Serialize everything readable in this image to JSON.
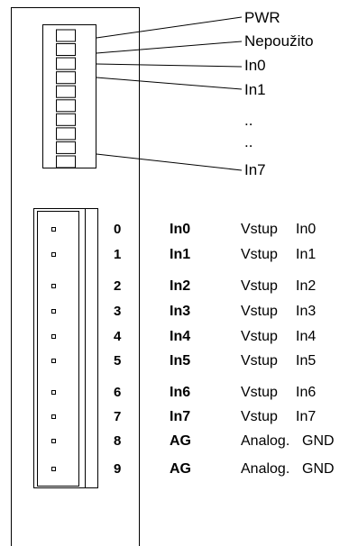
{
  "led_labels": {
    "pwr": "PWR",
    "unused": "Nepoužito",
    "in0": "In0",
    "in1": "In1",
    "dots1": "..",
    "dots2": "..",
    "in7": "In7"
  },
  "connector": {
    "pins": [
      {
        "num": "0",
        "name": "In0",
        "desc_a": "Vstup",
        "desc_b": "In0"
      },
      {
        "num": "1",
        "name": "In1",
        "desc_a": "Vstup",
        "desc_b": "In1"
      },
      {
        "num": "2",
        "name": "In2",
        "desc_a": "Vstup",
        "desc_b": "In2"
      },
      {
        "num": "3",
        "name": "In3",
        "desc_a": "Vstup",
        "desc_b": "In3"
      },
      {
        "num": "4",
        "name": "In4",
        "desc_a": "Vstup",
        "desc_b": "In4"
      },
      {
        "num": "5",
        "name": "In5",
        "desc_a": "Vstup",
        "desc_b": "In5"
      },
      {
        "num": "6",
        "name": "In6",
        "desc_a": "Vstup",
        "desc_b": "In6"
      },
      {
        "num": "7",
        "name": "In7",
        "desc_a": "Vstup",
        "desc_b": "In7"
      },
      {
        "num": "8",
        "name": "AG",
        "desc_a": "Analog.",
        "desc_b": "GND"
      },
      {
        "num": "9",
        "name": "AG",
        "desc_a": "Analog.",
        "desc_b": "GND"
      }
    ]
  },
  "colors": {
    "line": "#000000",
    "background": "#ffffff"
  }
}
